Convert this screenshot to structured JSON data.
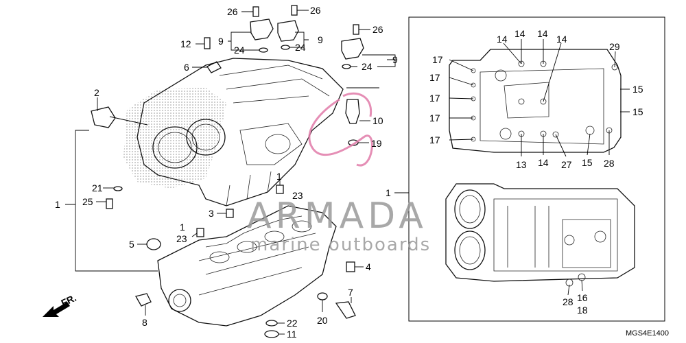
{
  "diagram": {
    "code": "MGS4E1400",
    "direction": "FR.",
    "watermark": {
      "brand": "ARMADA",
      "subtitle": "marine outboards",
      "color": "#e07aa8"
    },
    "callouts": {
      "c1a": "1",
      "c1b": "1",
      "c1c": "1",
      "c1d": "1",
      "c2": "2",
      "c3": "3",
      "c4": "4",
      "c5": "5",
      "c6": "6",
      "c7": "7",
      "c8": "8",
      "c9a": "9",
      "c9b": "9",
      "c9c": "9",
      "c10": "10",
      "c11": "11",
      "c12": "12",
      "c13": "13",
      "c14a": "14",
      "c14b": "14",
      "c14c": "14",
      "c14d": "14",
      "c14e": "14",
      "c15a": "15",
      "c15b": "15",
      "c15c": "15",
      "c16": "16",
      "c17a": "17",
      "c17b": "17",
      "c17c": "17",
      "c17d": "17",
      "c17e": "17",
      "c18": "18",
      "c19": "19",
      "c20": "20",
      "c21": "21",
      "c22": "22",
      "c23a": "23",
      "c23b": "23",
      "c24a": "24",
      "c24b": "24",
      "c24c": "24",
      "c25": "25",
      "c26a": "26",
      "c26b": "26",
      "c26c": "26",
      "c27": "27",
      "c28a": "28",
      "c28b": "28",
      "c29": "29"
    }
  }
}
